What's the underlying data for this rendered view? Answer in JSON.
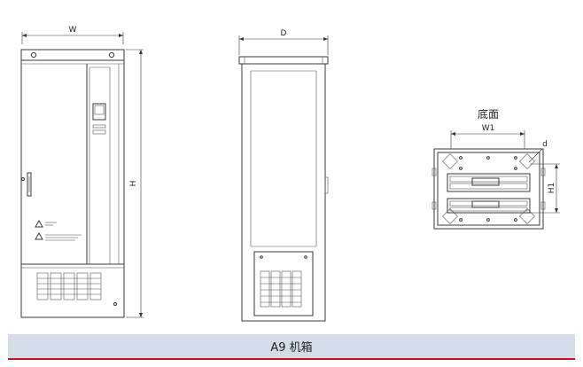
{
  "labels": {
    "width": "W",
    "height": "H",
    "depth": "D",
    "bottom_view_title": "底面",
    "bottom_width": "W1",
    "bottom_height": "H1",
    "hole_diameter": "d"
  },
  "caption": "A9 机箱",
  "colors": {
    "caption_bar": "#d4dde7",
    "caption_underline": "#c8141e",
    "line": "#3a3a3a"
  }
}
